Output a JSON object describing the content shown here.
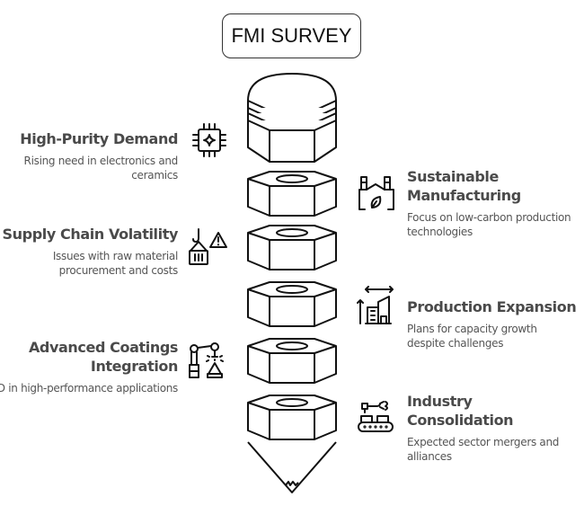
{
  "title": "FMI SURVEY",
  "items": [
    {
      "title": "High-Purity Demand",
      "description": "Rising need in electronics and ceramics",
      "icon": "microchip-icon",
      "side": "left"
    },
    {
      "title": "Sustainable Manufacturing",
      "description": "Focus on low-carbon production technologies",
      "icon": "eco-factory-icon",
      "side": "right"
    },
    {
      "title": "Supply Chain Volatility",
      "description": "Issues with raw material procurement and costs",
      "icon": "cargo-warning-icon",
      "side": "left"
    },
    {
      "title": "Production Expansion",
      "description": "Plans for capacity growth despite challenges",
      "icon": "building-expansion-icon",
      "side": "right"
    },
    {
      "title": "Advanced Coatings Integration",
      "description": "R&D in high-performance applications",
      "icon": "robotic-arm-icon",
      "side": "left"
    },
    {
      "title": "Industry Consolidation",
      "description": "Expected sector mergers and alliances",
      "icon": "conveyor-icon",
      "side": "right"
    }
  ],
  "colors": {
    "stroke": "#111111",
    "heading": "#4a4a4a",
    "body": "#555555"
  }
}
